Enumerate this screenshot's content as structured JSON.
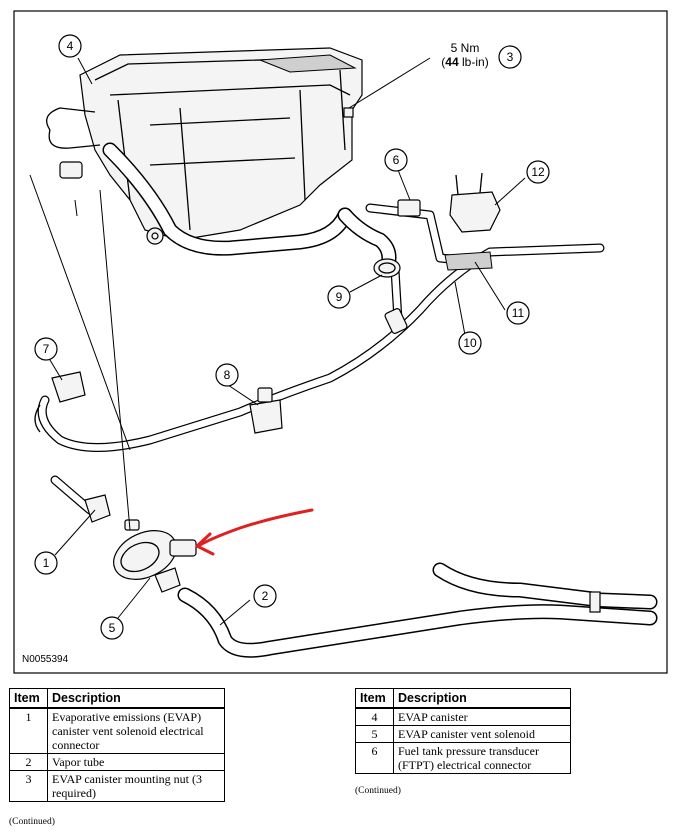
{
  "diagram": {
    "code": "N0055394",
    "torque_value": "5 Nm",
    "torque_imperial_value": "44",
    "torque_imperial_unit": "lb-in",
    "callouts": [
      "1",
      "2",
      "3",
      "4",
      "5",
      "6",
      "7",
      "8",
      "9",
      "10",
      "11",
      "12"
    ],
    "annotation_color": "#e02020"
  },
  "table_left": {
    "col_item": "Item",
    "col_description": "Description",
    "rows": [
      {
        "item": "1",
        "description": "Evaporative emissions (EVAP) canister vent solenoid electrical connector"
      },
      {
        "item": "2",
        "description": "Vapor tube"
      },
      {
        "item": "3",
        "description": "EVAP canister mounting nut (3 required)"
      }
    ],
    "continued": "(Continued)"
  },
  "table_right": {
    "col_item": "Item",
    "col_description": "Description",
    "rows": [
      {
        "item": "4",
        "description": "EVAP canister"
      },
      {
        "item": "5",
        "description": "EVAP canister vent solenoid"
      },
      {
        "item": "6",
        "description": "Fuel tank pressure transducer (FTPT) electrical connector"
      }
    ],
    "continued": "(Continued)"
  }
}
